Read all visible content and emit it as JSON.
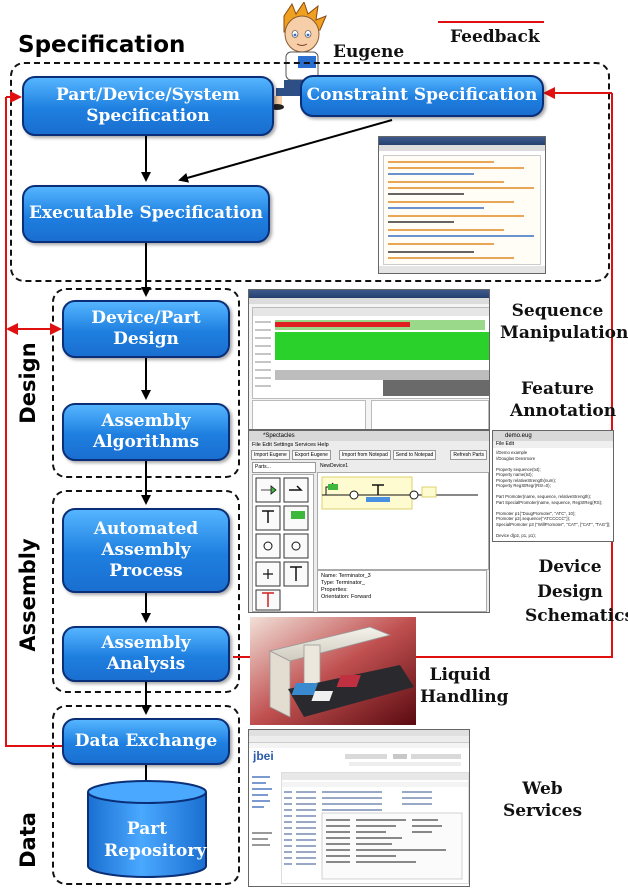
{
  "feedback_label": "Feedback",
  "sections": {
    "specification": "Specification",
    "design": "Design",
    "assembly": "Assembly",
    "data": "Data"
  },
  "eugene_label": "Eugene",
  "nodes": {
    "part_device_system": "Part/Device/System Specification",
    "constraint": "Constraint Specification",
    "executable": "Executable Specification",
    "device_part_design": "Device/Part Design",
    "assembly_algorithms": "Assembly Algorithms",
    "automated_assembly": "Automated Assembly Process",
    "assembly_analysis": "Assembly Analysis",
    "data_exchange": "Data Exchange",
    "part_repository": "Part Repository"
  },
  "labels": {
    "sequence_manipulation": "Sequence Manipulation",
    "feature_annotation": "Feature Annotation",
    "device_design_schematics": "Device Design Schematics",
    "liquid_handling": "Liquid Handling",
    "web_services": "Web Services"
  },
  "screenshots": {
    "spectacles_title": "*Spectacles",
    "spectacles_menu": "File  Edit  Settings  Services  Help",
    "spectacles_buttons": [
      "Import Eugene",
      "Export Eugene",
      "Import from Notepad",
      "Send to Notepad",
      "Refresh Parts"
    ],
    "spectacles_parts": "Parts...",
    "spectacles_tab": "NewDevice1",
    "spectacles_info": [
      "Name: Terminator_3",
      "Type: Terminator_",
      "Properties:",
      "  Orientation: Forward"
    ],
    "demo_title": "demo.eug",
    "demo_menu": "File  Edit",
    "demo_code": [
      "//Demo example",
      "//Douglas Densmore",
      "",
      "Property sequence(txt);",
      "Property name(txt);",
      "Property relativeStrength(num);",
      "Property RegStRegr(RS!=0);",
      "",
      "Part Promoter(name, sequence, relativeStrength);",
      "Part SpecialPromoter(name, sequence, RegStReg(RS);",
      "",
      "Promoter p1(\"DougPromoter\", \"ATC\", 10);",
      "Promoter p2(.sequence(\"ATCCCCC\"));",
      "SpecialPromoter p3 (\"WillPromoter\", \"CAT\", [\"CAT\", \"TAG\"]);",
      "",
      "Device d(p2, p1, p1);"
    ],
    "webapp_logo": "jbei",
    "webapp_title": "Registry Parts"
  },
  "colors": {
    "node_fill": "#2a8cf0",
    "node_border": "#0a2f78",
    "feedback_arrow": "#e01010",
    "flow_arrow": "#000000"
  }
}
